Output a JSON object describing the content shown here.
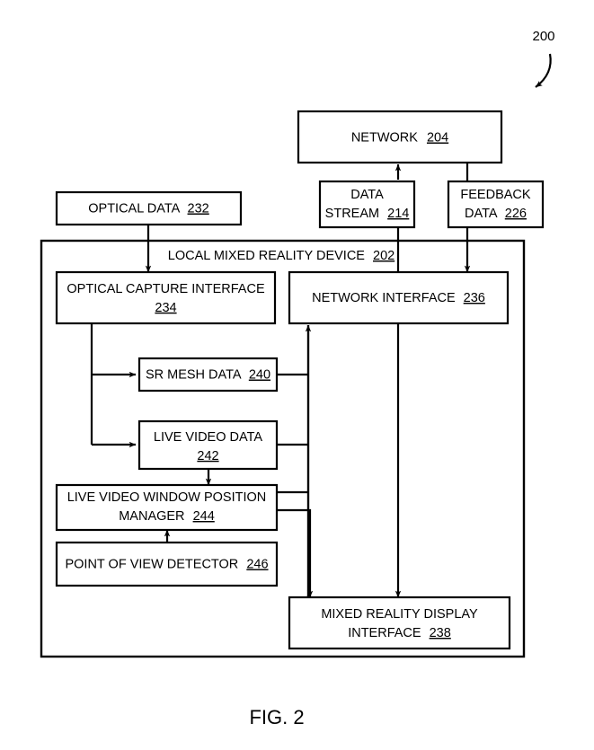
{
  "figure": {
    "caption": "FIG. 2",
    "system_reference": "200",
    "pointer_icon": "curved-arrow-icon"
  },
  "nodes": {
    "network": {
      "label": "NETWORK",
      "ref": "204"
    },
    "data_stream": {
      "label_line1": "DATA",
      "label_line2": "STREAM",
      "ref": "214"
    },
    "feedback_data": {
      "label_line1": "FEEDBACK",
      "label_line2": "DATA",
      "ref": "226"
    },
    "optical_data": {
      "label": "OPTICAL DATA",
      "ref": "232"
    },
    "local_device": {
      "label": "LOCAL MIXED REALITY DEVICE",
      "ref": "202"
    },
    "optical_capture_interface": {
      "label": "OPTICAL CAPTURE INTERFACE",
      "ref": "234"
    },
    "network_interface": {
      "label": "NETWORK INTERFACE",
      "ref": "236"
    },
    "sr_mesh_data": {
      "label": "SR MESH DATA",
      "ref": "240"
    },
    "live_video_data": {
      "label": "LIVE VIDEO DATA",
      "ref": "242"
    },
    "live_video_window_position_manager": {
      "label_line1": "LIVE VIDEO WINDOW POSITION",
      "label_line2": "MANAGER",
      "ref": "244"
    },
    "point_of_view_detector": {
      "label": "POINT OF VIEW DETECTOR",
      "ref": "246"
    },
    "mixed_reality_display_interface": {
      "label_line1": "MIXED REALITY DISPLAY",
      "label_line2": "INTERFACE",
      "ref": "238"
    }
  },
  "colors": {
    "line": "#000000",
    "fill": "#ffffff",
    "text": "#000000"
  }
}
